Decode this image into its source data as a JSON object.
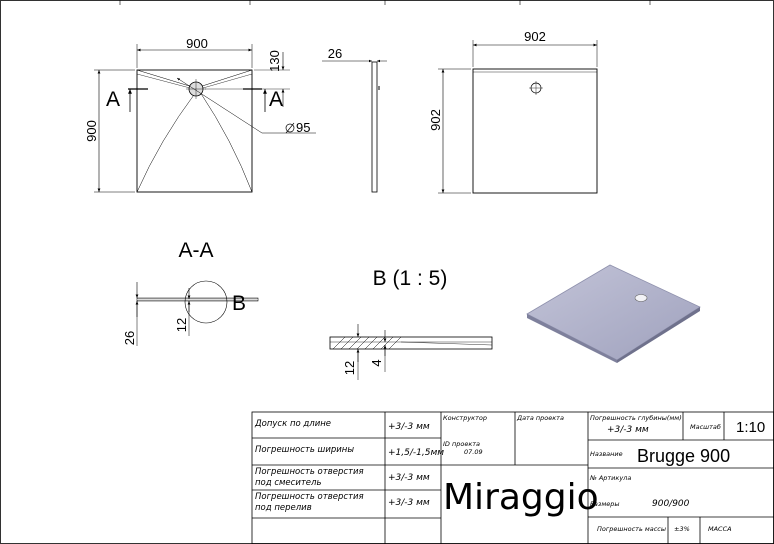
{
  "top_view": {
    "width_dim": "900",
    "height_dim": "900",
    "offset_dim": "130",
    "section_left": "A",
    "section_right": "A",
    "hole_dim": "95"
  },
  "side_view": {
    "thickness_dim": "26"
  },
  "back_view": {
    "width_dim": "902",
    "height_dim": "902"
  },
  "section_view": {
    "title": "A-A",
    "detail_marker": "B",
    "depth_dim": "12",
    "total_dim": "26"
  },
  "detail_view": {
    "title": "B (1 : 5)",
    "dim_12": "12",
    "dim_4": "4"
  },
  "title_block": {
    "tolerances": [
      {
        "label_lines": [
          "Допуск по длине"
        ],
        "value": "+3/-3 мм"
      },
      {
        "label_lines": [
          "Погрешность ширины"
        ],
        "value": "+1,5/-1,5мм"
      },
      {
        "label_lines": [
          "Погрешность отверстия",
          "под смеситель"
        ],
        "value": "+3/-3 мм"
      },
      {
        "label_lines": [
          "Погрешность отверстия",
          "под перелив"
        ],
        "value": "+3/-3 мм"
      }
    ],
    "constructor_label": "Конструктор",
    "date_label": "Дата проекта",
    "project_id_label": "ID проекта",
    "project_id_value": "07.09",
    "brand": "Miraggio",
    "depth_tol_label": "Погрешность глубины(мм)",
    "depth_tol_value": "+3/-3 мм",
    "scale_label": "Масштаб",
    "scale_value": "1:10",
    "name_label": "Название",
    "name_value": "Brugge 900",
    "article_label": "№ Артикула",
    "size_label": "Размеры",
    "size_value": "900/900",
    "mass_tol_label": "Погрешность массы",
    "mass_tol_value": "±3%",
    "mass_label": "МАССА"
  }
}
